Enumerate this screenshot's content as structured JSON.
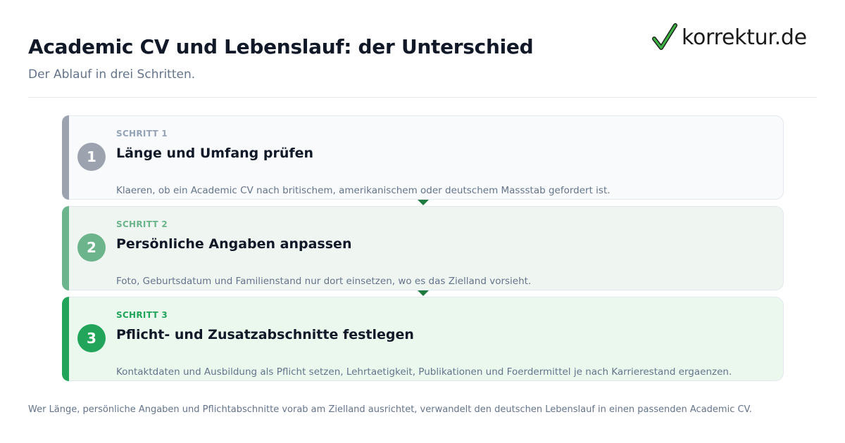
{
  "header": {
    "title": "Academic CV und Lebenslauf: der Unterschied",
    "subtitle": "Der Ablauf in drei Schritten."
  },
  "logo": {
    "text": "korrektur.de",
    "icon": "check-icon",
    "color": "#3cb043"
  },
  "steps": [
    {
      "number": "1",
      "label": "SCHRITT 1",
      "heading": "Länge und Umfang prüfen",
      "description": "Klaeren, ob ein Academic CV nach britischem, amerikanischem oder deutschem Massstab gefordert ist.",
      "accent": "#9ca3af"
    },
    {
      "number": "2",
      "label": "SCHRITT 2",
      "heading": "Persönliche Angaben anpassen",
      "description": "Foto, Geburtsdatum und Familienstand nur dort einsetzen, wo es das Zielland vorsieht.",
      "accent": "#6bb48c"
    },
    {
      "number": "3",
      "label": "SCHRITT 3",
      "heading": "Pflicht- und Zusatzabschnitte festlegen",
      "description": "Kontaktdaten und Ausbildung als Pflicht setzen, Lehrtaetigkeit, Publikationen und Foerdermittel je nach Karrierestand ergaenzen.",
      "accent": "#22a55a"
    }
  ],
  "footer": {
    "text": "Wer Länge, persönliche Angaben und Pflichtabschnitte vorab am Zielland ausrichtet, verwandelt den deutschen Lebenslauf in einen passenden Academic CV."
  }
}
